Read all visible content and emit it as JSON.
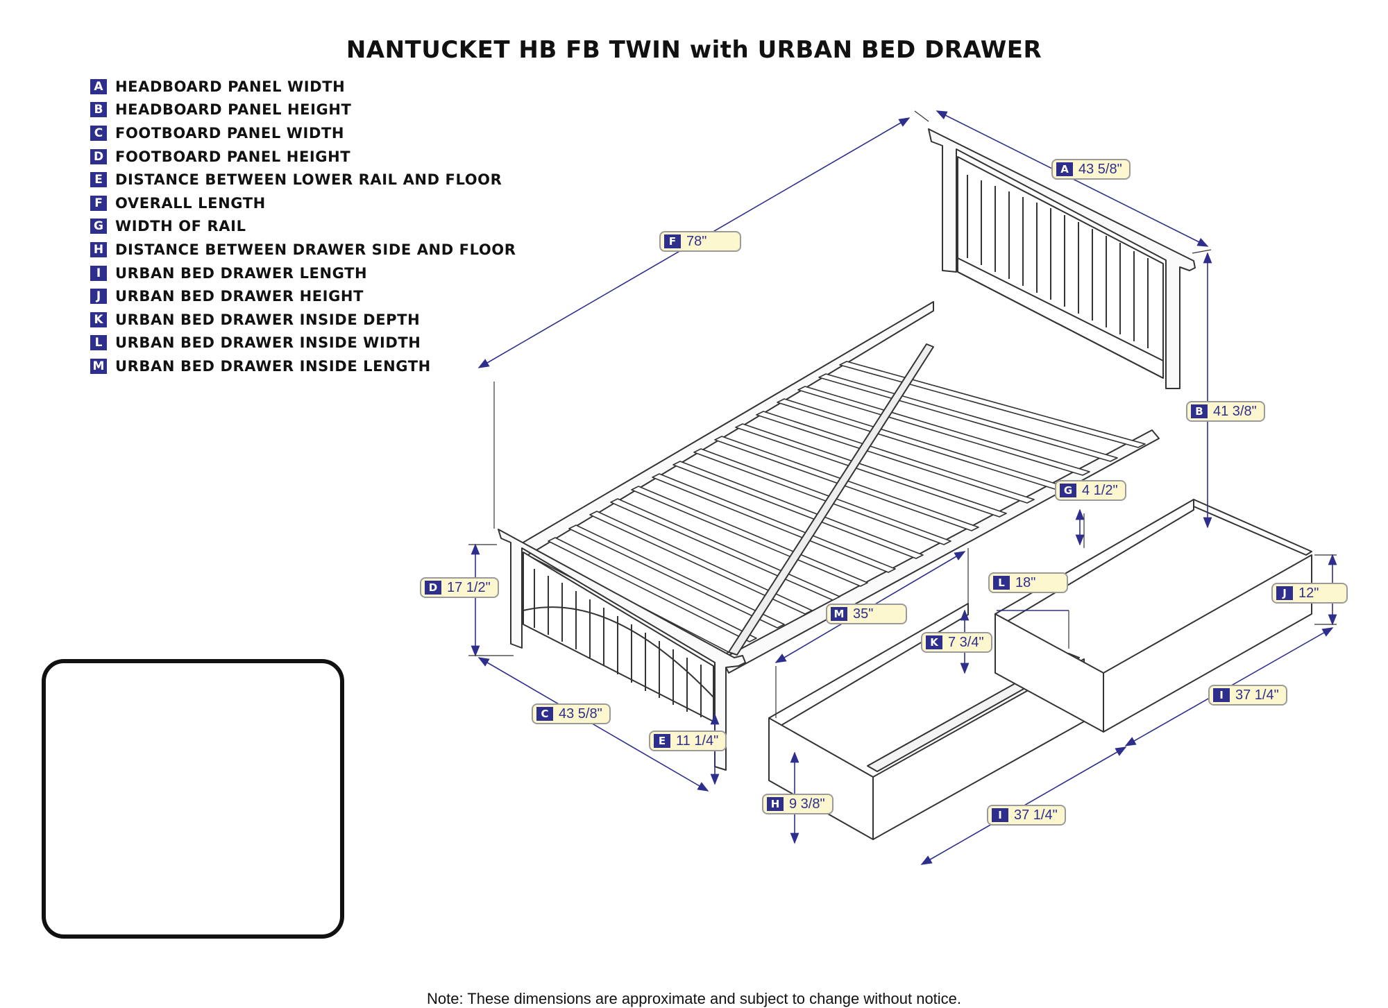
{
  "title": "NANTUCKET HB FB TWIN with URBAN BED DRAWER",
  "legend": [
    {
      "letter": "A",
      "text": "HEADBOARD PANEL WIDTH"
    },
    {
      "letter": "B",
      "text": "HEADBOARD PANEL HEIGHT"
    },
    {
      "letter": "C",
      "text": "FOOTBOARD PANEL WIDTH"
    },
    {
      "letter": "D",
      "text": "FOOTBOARD PANEL HEIGHT"
    },
    {
      "letter": "E",
      "text": "DISTANCE BETWEEN LOWER RAIL AND FLOOR"
    },
    {
      "letter": "F",
      "text": "OVERALL LENGTH"
    },
    {
      "letter": "G",
      "text": "WIDTH OF RAIL"
    },
    {
      "letter": "H",
      "text": "DISTANCE BETWEEN DRAWER SIDE AND FLOOR"
    },
    {
      "letter": "I",
      "text": "URBAN BED DRAWER LENGTH"
    },
    {
      "letter": "J",
      "text": "URBAN BED DRAWER HEIGHT"
    },
    {
      "letter": "K",
      "text": "URBAN BED DRAWER INSIDE DEPTH"
    },
    {
      "letter": "L",
      "text": "URBAN BED DRAWER INSIDE WIDTH"
    },
    {
      "letter": "M",
      "text": "URBAN BED DRAWER INSIDE LENGTH"
    }
  ],
  "tags": {
    "a": {
      "letter": "A",
      "value": "43 5/8\""
    },
    "b": {
      "letter": "B",
      "value": "41 3/8\""
    },
    "c": {
      "letter": "C",
      "value": "43 5/8\""
    },
    "d": {
      "letter": "D",
      "value": "17 1/2\""
    },
    "e": {
      "letter": "E",
      "value": "11 1/4\""
    },
    "f": {
      "letter": "F",
      "value": "78\""
    },
    "g": {
      "letter": "G",
      "value": "4 1/2\""
    },
    "h": {
      "letter": "H",
      "value": "9 3/8\""
    },
    "i1": {
      "letter": "I",
      "value": "37 1/4\""
    },
    "i2": {
      "letter": "I",
      "value": "37 1/4\""
    },
    "j": {
      "letter": "J",
      "value": "12\""
    },
    "k": {
      "letter": "K",
      "value": "7 3/4\""
    },
    "l": {
      "letter": "L",
      "value": "18\""
    },
    "m": {
      "letter": "M",
      "value": "35\""
    }
  },
  "footnote": "Note:  These dimensions are approximate and subject to change without notice.",
  "colors": {
    "dimension_line": "#2e2e8c",
    "tag_fill": "#fdf7cf",
    "letter_fill": "#2e2e8c",
    "drawing_line": "#333333"
  }
}
